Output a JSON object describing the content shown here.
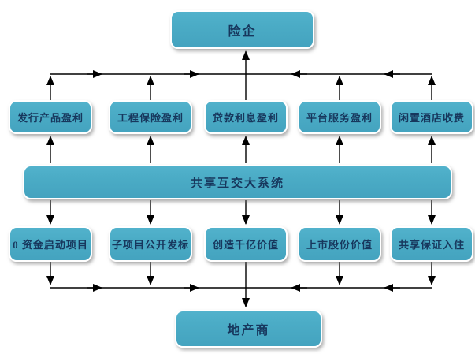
{
  "colors": {
    "node_fill": "#4BACC6",
    "node_border": "#FFFFFF",
    "node_text": "#17375D",
    "arrow": "#000000",
    "background": "#FFFFFF"
  },
  "diagram": {
    "top_node": {
      "label": "险企"
    },
    "profit_nodes": [
      {
        "label": "发行产品盈利"
      },
      {
        "label": "工程保险盈利"
      },
      {
        "label": "贷款利息盈利"
      },
      {
        "label": "平台服务盈利"
      },
      {
        "label": "闲置酒店收费"
      }
    ],
    "system_node": {
      "label": "共享互交大系统"
    },
    "value_nodes": [
      {
        "label": "0 资金启动项目"
      },
      {
        "label": "子项目公开发标"
      },
      {
        "label": "创造千亿价值"
      },
      {
        "label": "上市股份价值"
      },
      {
        "label": "共享保证入住"
      }
    ],
    "bottom_node": {
      "label": "地产商"
    },
    "connections": [
      {
        "from": "profit_nodes",
        "to": "top_node",
        "arrow": "up",
        "style": "bus converging to center"
      },
      {
        "from": "system_node",
        "to": "profit_nodes",
        "arrow": "up"
      },
      {
        "from": "system_node",
        "to": "value_nodes",
        "arrow": "down"
      },
      {
        "from": "value_nodes",
        "to": "bottom_node",
        "arrow": "down",
        "style": "bus converging to center"
      }
    ]
  }
}
